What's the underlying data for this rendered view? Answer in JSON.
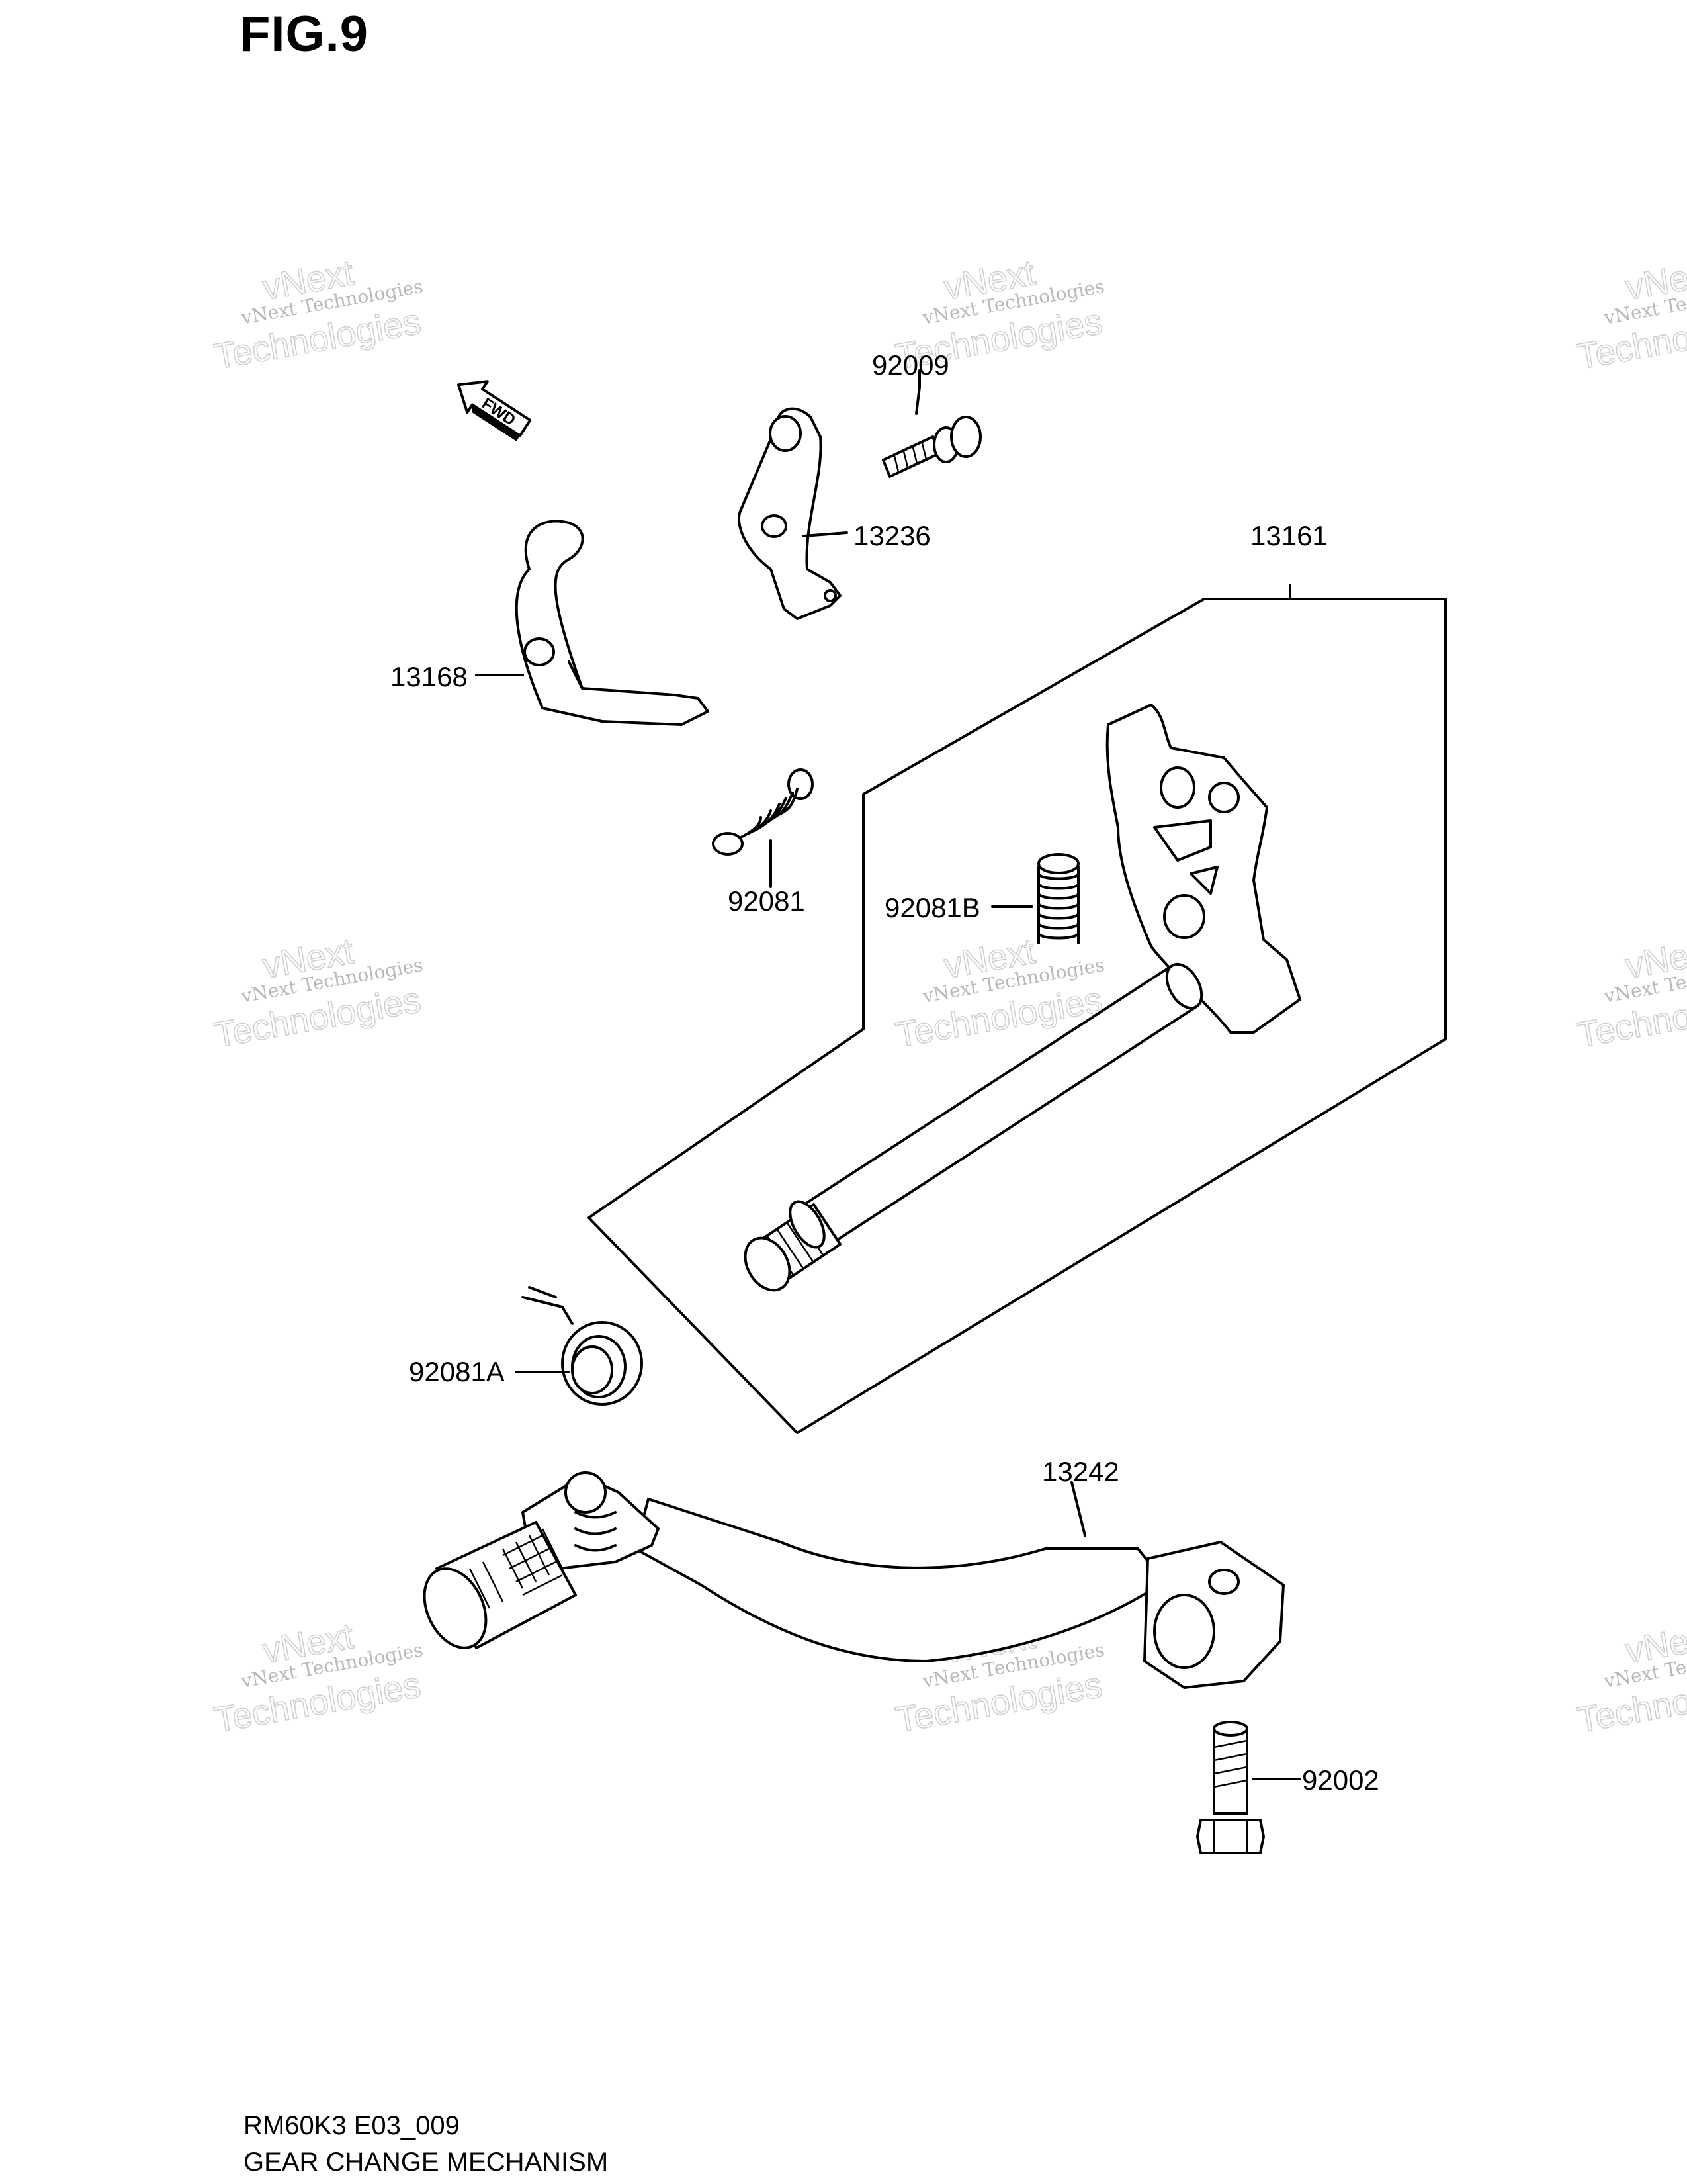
{
  "figure": {
    "title": "FIG.9"
  },
  "footer": {
    "code": "RM60K3 E03_009",
    "name": "GEAR CHANGE MECHANISM"
  },
  "direction_marker": {
    "text": "FWD",
    "icon": "fwd-arrow-icon"
  },
  "parts": [
    {
      "id": "92009",
      "label": "92009",
      "icon": "bolt-icon"
    },
    {
      "id": "13236",
      "label": "13236",
      "icon": "shift-pawl-plate-icon"
    },
    {
      "id": "13161",
      "label": "13161",
      "icon": "shift-shaft-assembly-icon"
    },
    {
      "id": "13168",
      "label": "13168",
      "icon": "shift-guide-plate-icon"
    },
    {
      "id": "92081",
      "label": "92081",
      "icon": "tension-spring-icon"
    },
    {
      "id": "92081B",
      "label": "92081B",
      "icon": "compression-spring-icon"
    },
    {
      "id": "92081A",
      "label": "92081A",
      "icon": "torsion-spring-icon"
    },
    {
      "id": "13242",
      "label": "13242",
      "icon": "shift-pedal-icon"
    },
    {
      "id": "92002",
      "label": "92002",
      "icon": "pinch-bolt-icon"
    }
  ],
  "watermark": {
    "line1": "vNext Technologies",
    "line2": "vNext",
    "line3": "Technologies"
  }
}
